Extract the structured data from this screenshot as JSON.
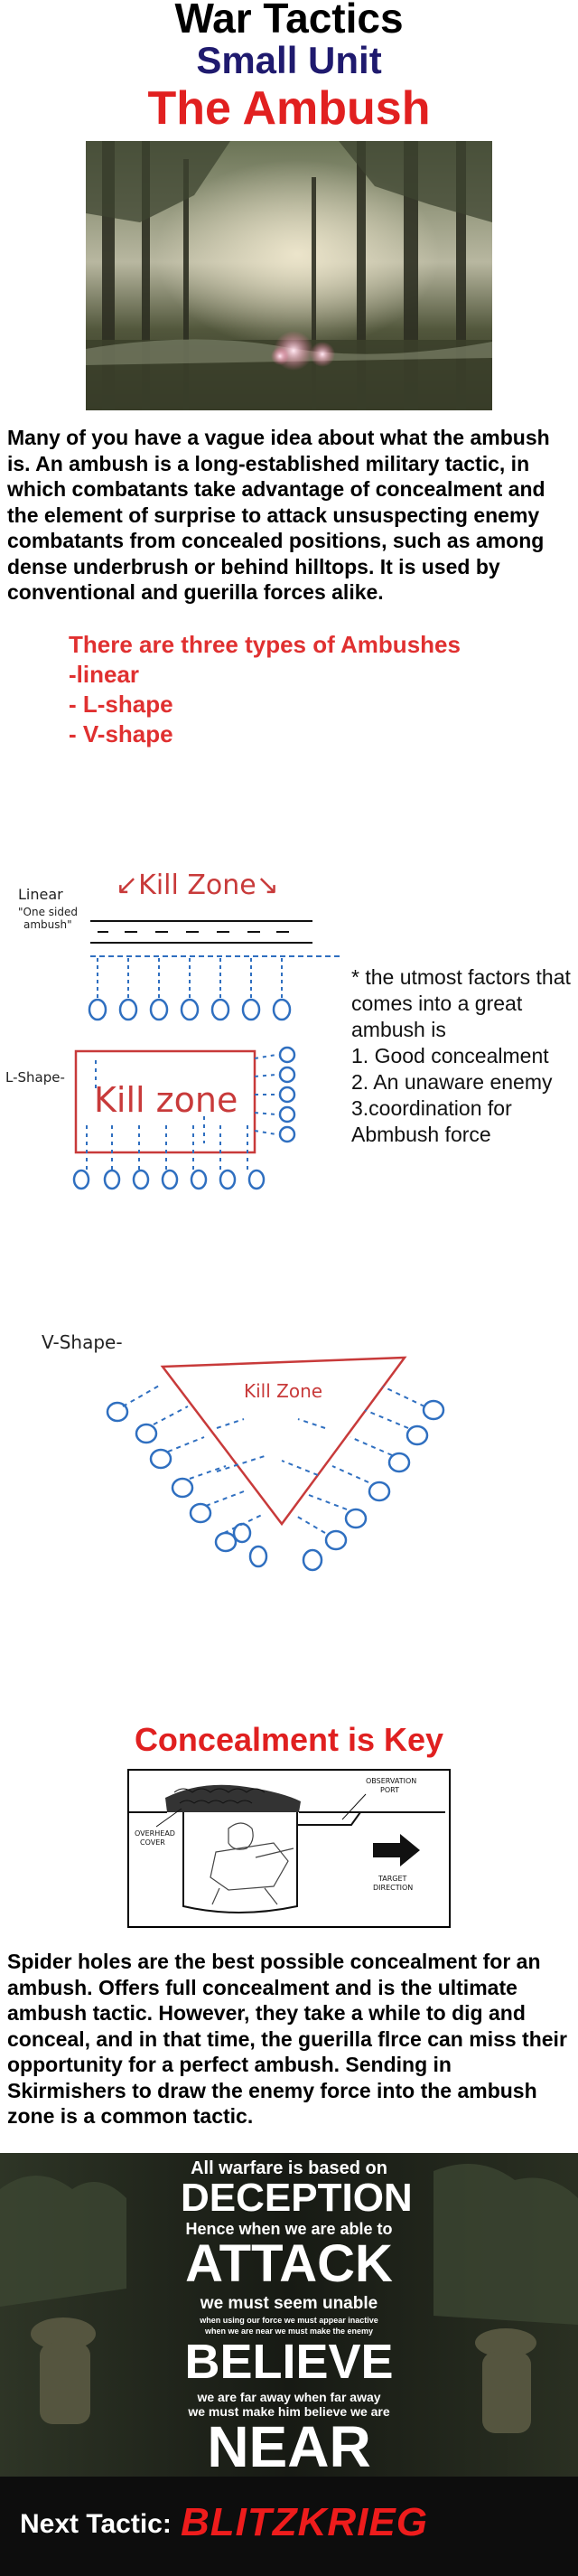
{
  "header": {
    "title": "War Tactics",
    "subtitle": "Small Unit",
    "heading": "The Ambush"
  },
  "intro_text": "Many of you have a vague idea about what the ambush is. An ambush is a long-established military tactic, in which combatants take advantage of concealment and the element of surprise to attack unsuspecting enemy combatants from concealed positions, such as among dense underbrush or behind hilltops. It is used by conventional and guerilla forces alike.",
  "types": {
    "heading": "There are three types of Ambushes",
    "items": [
      "-linear",
      "- L-shape",
      "- V-shape"
    ]
  },
  "diagram": {
    "linear_label": "Linear",
    "linear_note_1": "\"One sided",
    "linear_note_2": "ambush\"",
    "kill_zone_top": "Kill Zone",
    "l_shape_label": "L-Shape-",
    "kill_zone_l": "Kill zone",
    "v_shape_label": "V-Shape-",
    "kill_zone_v": "Kill Zone"
  },
  "factors": {
    "lead": "* the utmost factors that comes into a great ambush is",
    "items": [
      "1. Good concealment",
      "2. An unaware enemy",
      "3.coordination for Abmbush force"
    ]
  },
  "concealment": {
    "heading": "Concealment is Key",
    "fig_observation": "OBSERVATION",
    "fig_port": "PORT",
    "fig_overhead": "OVERHEAD",
    "fig_cover": "COVER",
    "fig_target": "TARGET",
    "fig_direction": "DIRECTION"
  },
  "spider_text": "Spider holes are the best possible concealment for an ambush. Offers full concealment and is the ultimate ambush tactic. However, they take a while to dig and conceal, and in that time, the guerilla flrce can miss their opportunity for a perfect ambush. Sending in Skirmishers to draw the enemy force into the ambush zone is a common tactic.",
  "poster": {
    "l1": "All warfare is based on",
    "l2": "DECEPTION",
    "l3": "Hence when we are able to",
    "l4": "ATTACK",
    "l5": "we must seem unable",
    "l6": "when using our force we must appear inactive",
    "l7": "when we are near we must make the enemy",
    "l8": "BELIEVE",
    "l9": "we are far away when far away",
    "l10": "we must make him believe we are",
    "l11": "NEAR"
  },
  "footer": {
    "label": "Next Tactic:",
    "value": "BLITZKRIEG"
  },
  "colors": {
    "heading_red": "#e12020",
    "subtitle_navy": "#1f1a6e",
    "diagram_red": "#c83a3a",
    "diagram_blue": "#2f6fc0"
  }
}
